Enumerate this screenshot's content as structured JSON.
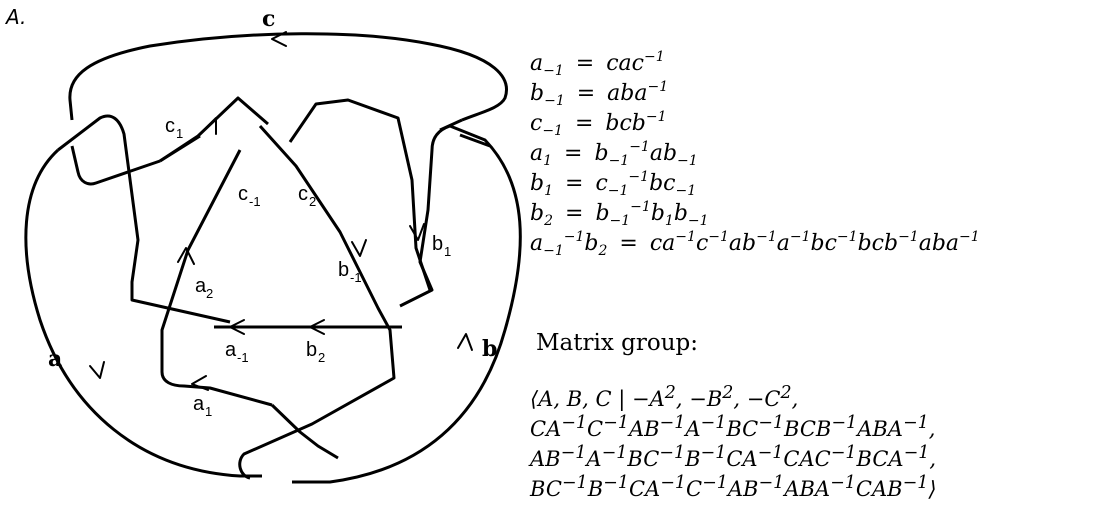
{
  "panel_label": "A.",
  "knot": {
    "outer_labels": {
      "a": "a",
      "b": "b",
      "c": "c"
    },
    "inner_labels": {
      "c1": {
        "base": "c",
        "sub": "1"
      },
      "c_neg1": {
        "base": "c",
        "sub": "-1"
      },
      "c2": {
        "base": "c",
        "sub": "2"
      },
      "b1": {
        "base": "b",
        "sub": "1"
      },
      "a2": {
        "base": "a",
        "sub": "2"
      },
      "b_neg1": {
        "base": "b",
        "sub": "-1"
      },
      "a_neg1": {
        "base": "a",
        "sub": "-1"
      },
      "b2": {
        "base": "b",
        "sub": "2"
      },
      "a1": {
        "base": "a",
        "sub": "1"
      }
    }
  },
  "relations": [
    "a<sub>−1</sub> <span class=\"op\">=</span> cac<sup>−1</sup>",
    "b<sub>−1</sub> <span class=\"op\">=</span> aba<sup>−1</sup>",
    "c<sub>−1</sub> <span class=\"op\">=</span> bcb<sup>−1</sup>",
    "a<sub>1</sub> <span class=\"op\">=</span> b<sub>−1</sub><sup>−1</sup>ab<sub>−1</sub>",
    "b<sub>1</sub> <span class=\"op\">=</span> c<sub>−1</sub><sup>−1</sup>bc<sub>−1</sub>",
    "b<sub>2</sub> <span class=\"op\">=</span> b<sub>−1</sub><sup>−1</sup>b<sub>1</sub>b<sub>−1</sub>",
    "a<sub>−1</sub><sup>−1</sup>b<sub>2</sub> <span class=\"op\">=</span> ca<sup>−1</sup>c<sup>−1</sup>ab<sup>−1</sup>a<sup>−1</sup>bc<sup>−1</sup>bcb<sup>−1</sup>aba<sup>−1</sup>"
  ],
  "matrix_group_title": "Matrix group:",
  "presentation_lines": [
    "⟨A,  B,  C | −A<sup>2</sup>, −B<sup>2</sup>, −C<sup>2</sup>,",
    "CA<sup>−1</sup>C<sup>−1</sup>AB<sup>−1</sup>A<sup>−1</sup>BC<sup>−1</sup>BCB<sup>−1</sup>ABA<sup>−1</sup>,",
    "AB<sup>−1</sup>A<sup>−1</sup>BC<sup>−1</sup>B<sup>−1</sup>CA<sup>−1</sup>CAC<sup>−1</sup>BCA<sup>−1</sup>,",
    "BC<sup>−1</sup>B<sup>−1</sup>CA<sup>−1</sup>C<sup>−1</sup>AB<sup>−1</sup>ABA<sup>−1</sup>CAB<sup>−1</sup>⟩"
  ]
}
